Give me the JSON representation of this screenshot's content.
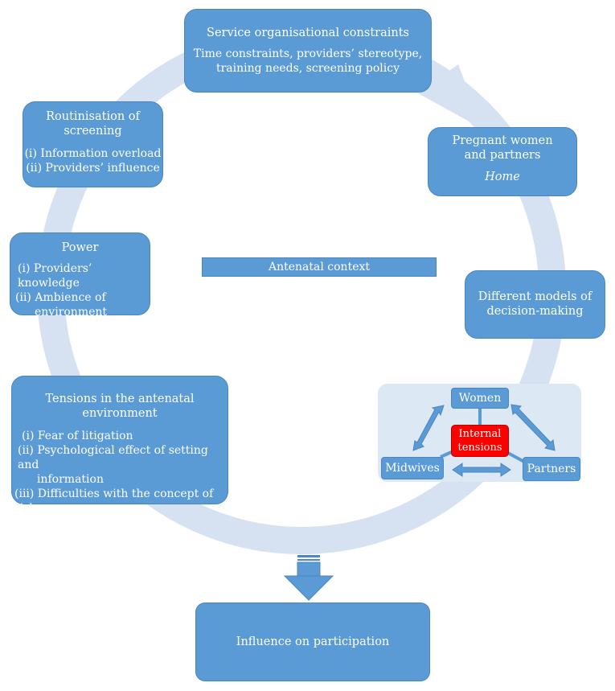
{
  "service": {
    "title": "Service organisational constraints",
    "line1": "Time constraints, providers’ stereotype,",
    "line2": "training needs, screening policy"
  },
  "routinisation": {
    "title1": "Routinisation of",
    "title2": "screening",
    "item1": "(i) Information overload",
    "item2": "(ii) Providers’ influence"
  },
  "pregnant": {
    "title1": "Pregnant women",
    "title2": "and partners",
    "subtitle": "Home"
  },
  "power": {
    "title": "Power",
    "item1": "(i) Providers’ knowledge",
    "item2a": "(ii) Ambience of",
    "item2b": "environment"
  },
  "antenatal_context": "Antenatal context",
  "models": {
    "line1": "Different models of",
    "line2": "decision-making"
  },
  "tensions": {
    "title1": "Tensions in the antenatal",
    "title2": "environment",
    "item1": "(i) Fear of litigation",
    "item2a": "(ii) Psychological effect of setting and",
    "item2b": "information",
    "item3": "(iii) Difficulties with the concept of risk"
  },
  "triangle": {
    "women": "Women",
    "midwives": "Midwives",
    "partners": "Partners",
    "internal1": "Internal",
    "internal2": "tensions"
  },
  "influence": "Influence on participation",
  "colors": {
    "box": "#5b9bd5",
    "ring": "#d6e1f1",
    "internal": "#ff0000",
    "panel": "#dde8f5"
  }
}
